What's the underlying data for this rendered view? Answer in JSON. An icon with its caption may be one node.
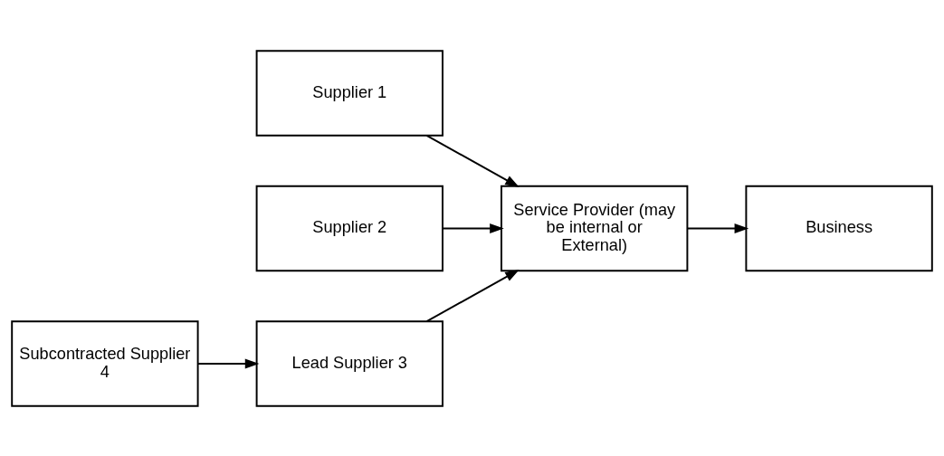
{
  "diagram": {
    "nodes": [
      {
        "text": [
          "Supplier 1"
        ]
      },
      {
        "text": [
          "Supplier 2"
        ]
      },
      {
        "text": [
          "Service Provider (may be internal or External)"
        ]
      },
      {
        "text": [
          "Business"
        ]
      },
      {
        "text": [
          "Subcontracted Supplier 4"
        ]
      },
      {
        "text": [
          "Lead Supplier 3"
        ]
      }
    ],
    "edges": [
      {
        "from": 0,
        "to": 2,
        "arrow": "to"
      },
      {
        "from": 1,
        "to": 2,
        "arrow": "to"
      },
      {
        "from": 2,
        "to": 3,
        "arrow": "to"
      },
      {
        "from": 4,
        "to": 5,
        "arrow": "to"
      },
      {
        "from": 5,
        "to": 2,
        "arrow": "to"
      }
    ]
  }
}
